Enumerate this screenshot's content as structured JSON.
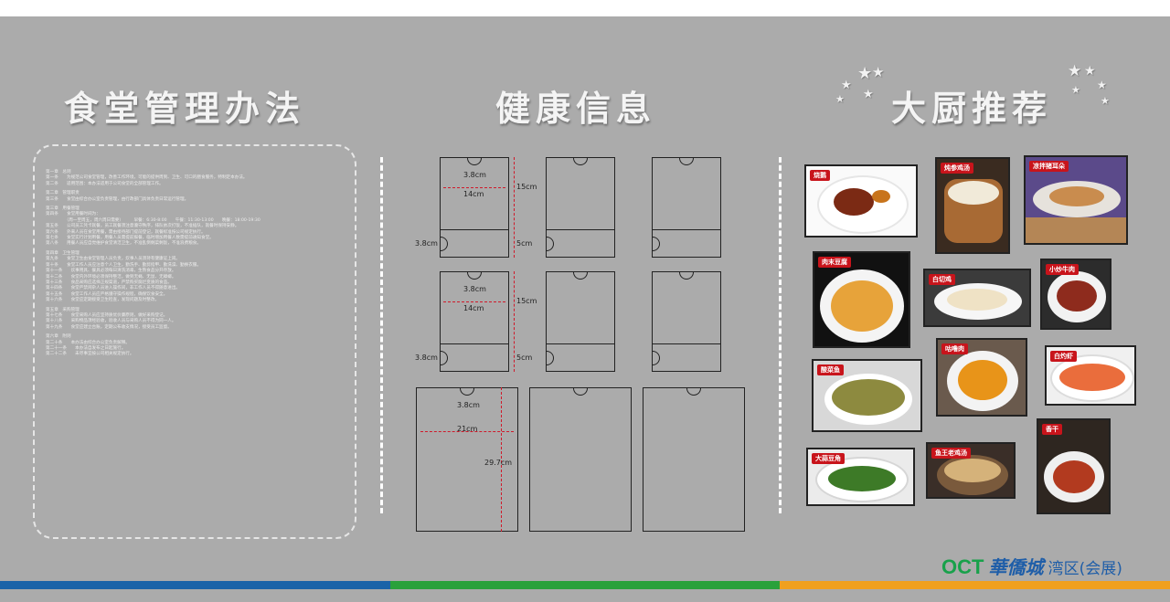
{
  "colors": {
    "board": "#ababab",
    "stripe_blue": "#1a63a8",
    "stripe_green": "#2aa13b",
    "stripe_orange": "#f0a01e",
    "logo_green": "#19a14b",
    "logo_blue": "#1f5ea8",
    "badge_red": "#c8141b"
  },
  "titles": {
    "rules": "食堂管理办法",
    "health": "健康信息",
    "chef": "大厨推荐"
  },
  "rules": {
    "sections": [
      {
        "heading": "第一章　总则",
        "lines": [
          "第一条　　为规范公司食堂管理，改善工作环境，可能的提供周到、卫生、可口的膳食服务，特制定本办法。",
          "第二条　　适用范围：本办法适用于公司食堂的全部管理工作。"
        ]
      },
      {
        "heading": "第二章　管理职责",
        "lines": [
          "第三条　　食堂由综合办公室负责管理，由行政部门具体负责日常运行管理。"
        ]
      },
      {
        "heading": "第三章　用餐管理",
        "lines": [
          "第四条　　食堂用餐时间为：",
          "　　　　　（周一至周五，周六周日需要）　　　早餐：6:30-8:00　　午餐：11:30-13:00　　晚餐：18:00-19:30",
          "第五条　　公司员工凭卡就餐，员工就餐须注意遵守秩序，排队依次打饭，不准插队，就餐时保持安静。",
          "第六条　　外来人员在食堂用餐，需由接待部门提前登记，就餐标准按公司规定执行。",
          "第七条　　食堂实行计划用餐，用餐人员需提前报餐，临时增加用餐人数需提前通知食堂。",
          "第八条　　用餐人员应自觉维护食堂清洁卫生，不准乱倒剩菜剩饭，不准浪费粮食。"
        ]
      },
      {
        "heading": "第四章　卫生管理",
        "lines": [
          "第九条　　食堂卫生由食堂管理人员负责，炊事人员须持有健康证上岗。",
          "第十条　　食堂工作人员应注意个人卫生，勤洗手、勤剪指甲、勤洗澡、勤换衣服。",
          "第十一条　　炊事用具、餐具必须每日清洗消毒，生熟食品分开存放。",
          "第十二条　　食堂内外环境必须保持整洁，做到无蝇、无鼠、无蟑螂。",
          "第十三条　　食品采购应选择正规渠道，严禁购买腐烂变质的食品。",
          "第十四条　　食堂严禁闲杂人员进入操作间，非工作人员不得随意进出。",
          "第十五条　　食堂工作人员应严格遵守操作规程，确保饮食安全。",
          "第十六条　　食堂应定期接受卫生检查，发现问题及时整改。"
        ]
      },
      {
        "heading": "第五章　采购管理",
        "lines": [
          "第十七条　　食堂采购人员应坚持质优价廉原则，做好采购登记。",
          "第十八条　　采购物品须经验收，验收人员与采购人员不得为同一人。",
          "第十九条　　食堂应建立台账，定期公布收支情况，接受员工监督。"
        ]
      },
      {
        "heading": "第六章　附则",
        "lines": [
          "第二十条　　本办法由综合办公室负责解释。",
          "第二十一条　　本办法自发布之日起施行。",
          "第二十二条　　未尽事宜按公司相关规定执行。"
        ]
      }
    ]
  },
  "dimensions": {
    "notch": "3.8cm",
    "width_a5": "14cm",
    "top_h": "15cm",
    "bottom_h": "5cm",
    "width_a4": "21cm",
    "height_a4": "29.7cm"
  },
  "dishes": [
    {
      "label": "烧鹅"
    },
    {
      "label": "炖参鸡汤"
    },
    {
      "label": "凉拌猪耳朵"
    },
    {
      "label": "肉末豆腐"
    },
    {
      "label": "白切鸡"
    },
    {
      "label": "小炒牛肉"
    },
    {
      "label": "咕噜肉"
    },
    {
      "label": "白灼虾"
    },
    {
      "label": "酸菜鱼"
    },
    {
      "label": "大蒜豆角"
    },
    {
      "label": "鱼王老鸡汤"
    },
    {
      "label": "香干"
    }
  ],
  "logo": {
    "brand": "OCT",
    "chinese": "華僑城",
    "region": "湾区(会展)"
  }
}
